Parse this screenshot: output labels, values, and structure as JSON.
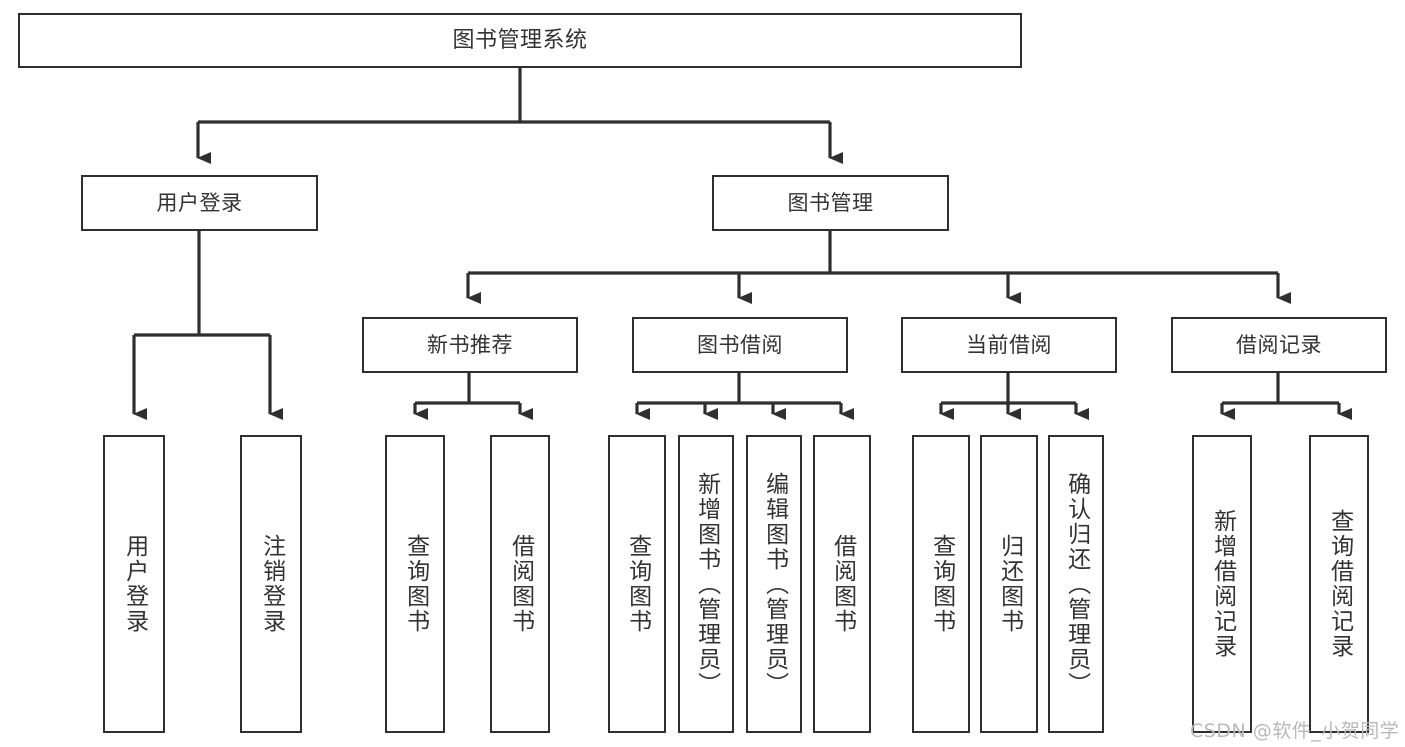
{
  "diagram": {
    "type": "tree",
    "title": "图书管理系统",
    "root": {
      "label": "图书管理系统"
    },
    "level2": [
      {
        "label": "用户登录"
      },
      {
        "label": "图书管理"
      }
    ],
    "level3": [
      {
        "label": "新书推荐"
      },
      {
        "label": "图书借阅"
      },
      {
        "label": "当前借阅"
      },
      {
        "label": "借阅记录"
      }
    ],
    "leaves_user_login": [
      {
        "label": "用户登录"
      },
      {
        "label": "注销登录"
      }
    ],
    "leaves_new_book": [
      {
        "label": "查询图书"
      },
      {
        "label": "借阅图书"
      }
    ],
    "leaves_borrow": [
      {
        "label": "查询图书"
      },
      {
        "label": "新增图书（管理员）"
      },
      {
        "label": "编辑图书（管理员）"
      },
      {
        "label": "借阅图书"
      }
    ],
    "leaves_current": [
      {
        "label": "查询图书"
      },
      {
        "label": "归还图书"
      },
      {
        "label": "确认归还（管理员）"
      }
    ],
    "leaves_records": [
      {
        "label": "新增借阅记录"
      },
      {
        "label": "查询借阅记录"
      }
    ]
  },
  "watermark": {
    "text": "CSDN @软件_小贺同学"
  },
  "colors": {
    "stroke": "#2f2f2f",
    "text": "#333333",
    "background": "#ffffff",
    "watermark": "#b9b9b9"
  }
}
